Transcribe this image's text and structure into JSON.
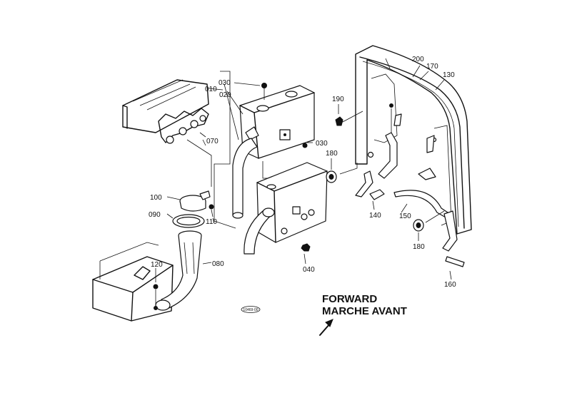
{
  "labels": {
    "p010": "010",
    "p020": "020",
    "p030a": "030",
    "p030b": "030",
    "p040": "040",
    "p070": "070",
    "p080": "080",
    "p090": "090",
    "p100": "100",
    "p110": "110",
    "p120": "120",
    "p130": "130",
    "p140": "140",
    "p150": "150",
    "p160": "160",
    "p170": "170",
    "p180a": "180",
    "p180b": "180",
    "p190": "190",
    "p200": "200"
  },
  "direction": {
    "line1": "FORWARD",
    "line2": "MARCHE AVANT"
  },
  "stamp": "10469-00"
}
